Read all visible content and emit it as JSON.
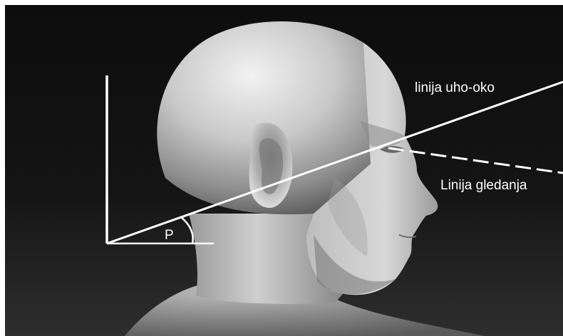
{
  "diagram": {
    "labels": {
      "ear_eye_line": "linija uho-oko",
      "gaze_line": "Linija gledanja",
      "angle": "P"
    },
    "colors": {
      "background_top": "#0d0d0d",
      "background_bottom": "#2b2b2b",
      "border": "#ffffff",
      "lines": "#ffffff",
      "text": "#ffffff",
      "skin_light": "#e6e6e6",
      "skin_mid": "#a8a8a8",
      "skin_dark": "#5a5a5a"
    },
    "subject": "head-profile-right"
  }
}
